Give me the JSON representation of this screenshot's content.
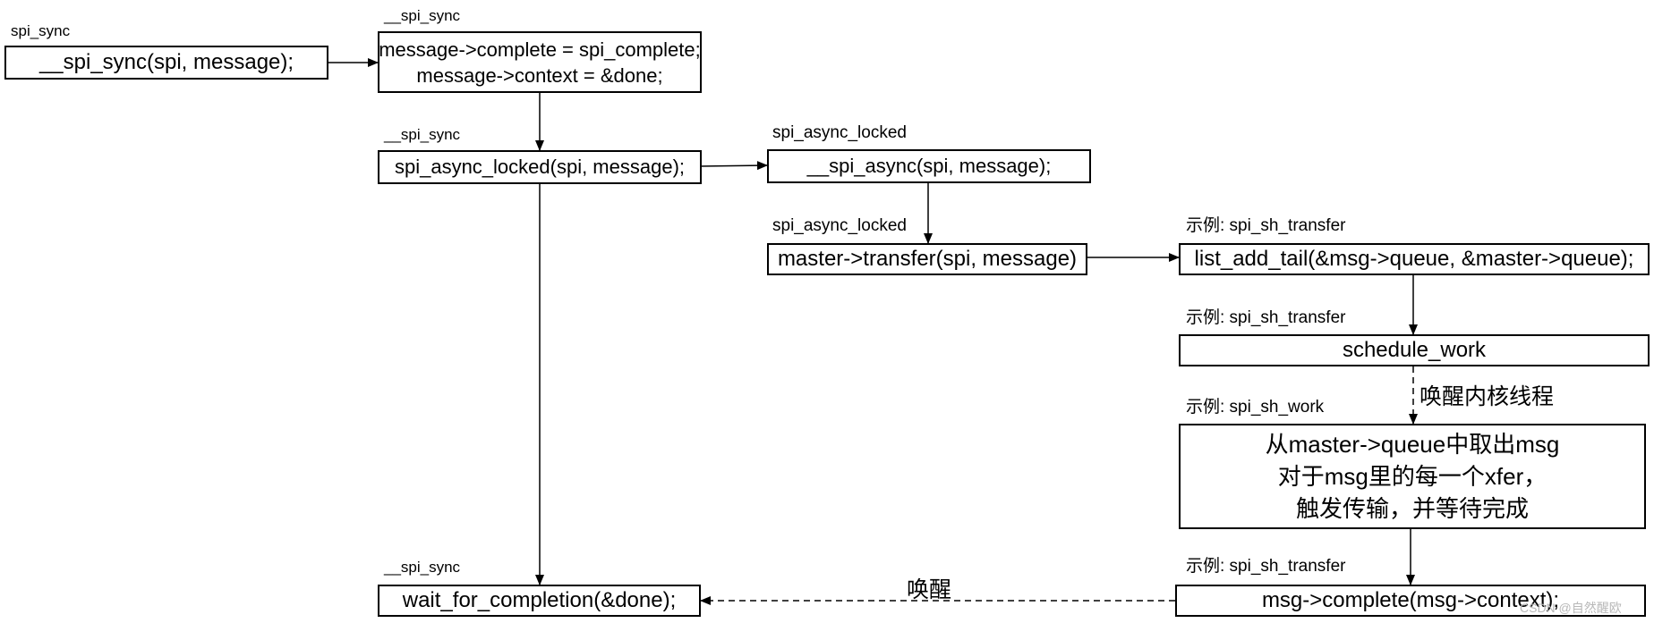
{
  "labels": {
    "sync_caller": "spi_sync",
    "box2": "__spi_sync",
    "box3": "__spi_sync",
    "box4": "spi_async_locked",
    "box5": "spi_async_locked",
    "box6": "示例: spi_sh_transfer",
    "box7": "示例: spi_sh_transfer",
    "box8": "示例: spi_sh_work",
    "box9": "示例: spi_sh_transfer",
    "box10": "__spi_sync"
  },
  "boxes": {
    "spi_sync_call": "__spi_sync(spi, message);",
    "set_complete": [
      "message->complete = spi_complete;",
      "message->context = &done;"
    ],
    "async_locked": "spi_async_locked(spi, message);",
    "spi_async": "__spi_async(spi, message);",
    "master_transfer": "master->transfer(spi, message)",
    "list_add_tail": "list_add_tail(&msg->queue, &master->queue);",
    "schedule_work": "schedule_work",
    "work_body": [
      "从master->queue中取出msg",
      "对于msg里的每一个xfer，",
      "触发传输，并等待完成"
    ],
    "msg_complete": "msg->complete(msg->context);",
    "wait_completion": "wait_for_completion(&done);"
  },
  "edges": {
    "wake_kernel_thread": "唤醒内核线程",
    "wake": "唤醒"
  },
  "watermark": "CSDN @自然醒欧"
}
